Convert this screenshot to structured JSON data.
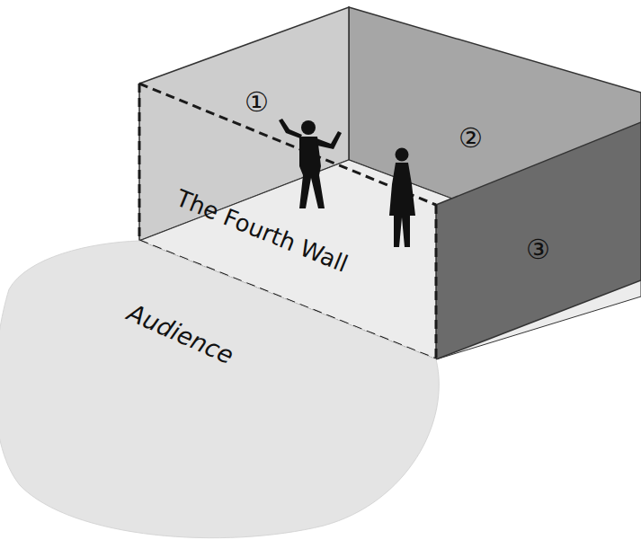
{
  "diagram": {
    "nodes": [
      {
        "text": [
          "Audience"
        ]
      }
    ],
    "labels": [
      "①",
      "②",
      "③",
      "The Fourth Wall"
    ]
  }
}
